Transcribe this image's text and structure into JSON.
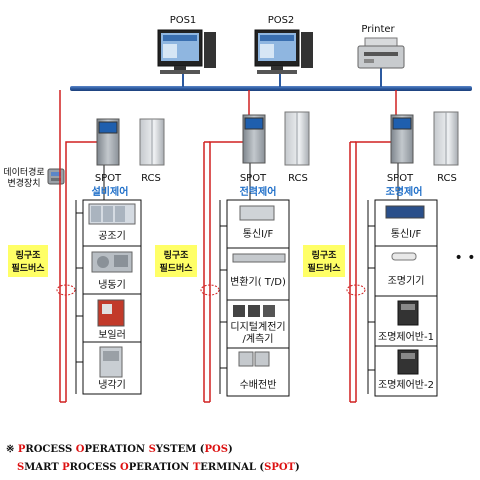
{
  "devices": {
    "pos1": "POS1",
    "pos2": "POS2",
    "printer": "Printer"
  },
  "converter_label": [
    "데이터경로",
    "변경장치"
  ],
  "groups": [
    {
      "spot": "SPOT",
      "rcs": "RCS",
      "category": "설비제어",
      "fieldbus": [
        "링구조",
        "필드버스"
      ],
      "items": [
        "공조기",
        "냉동기",
        "보일러",
        "냉각기"
      ]
    },
    {
      "spot": "SPOT",
      "rcs": "RCS",
      "category": "전력제어",
      "fieldbus": [
        "링구조",
        "필드버스"
      ],
      "items": [
        "통신I/F",
        "변환기( T/D)",
        [
          "디지털계전기",
          "/계측기"
        ],
        "수배전반"
      ]
    },
    {
      "spot": "SPOT",
      "rcs": "RCS",
      "category": "조명제어",
      "fieldbus": [
        "링구조",
        "필드버스"
      ],
      "items": [
        "통신I/F",
        "조명기기",
        "조명제어반-1",
        "조명제어반-2"
      ]
    }
  ],
  "more": "• •",
  "footnote": {
    "mark": "※",
    "line1": [
      {
        "c": "P",
        "r": true
      },
      {
        "c": "ROCESS ",
        "r": false
      },
      {
        "c": "O",
        "r": true
      },
      {
        "c": "PERATION ",
        "r": false
      },
      {
        "c": "S",
        "r": true
      },
      {
        "c": "YSTEM (",
        "r": false
      },
      {
        "c": "POS",
        "r": true
      },
      {
        "c": ")",
        "r": false
      }
    ],
    "line2": [
      {
        "c": "S",
        "r": true
      },
      {
        "c": "MART ",
        "r": false
      },
      {
        "c": "P",
        "r": true
      },
      {
        "c": "ROCESS ",
        "r": false
      },
      {
        "c": "O",
        "r": true
      },
      {
        "c": "PERATION ",
        "r": false
      },
      {
        "c": "T",
        "r": true
      },
      {
        "c": "ERMINAL (",
        "r": false
      },
      {
        "c": "SPOT",
        "r": true
      },
      {
        "c": ")",
        "r": false
      }
    ]
  },
  "colors": {
    "bus": "#2c5aa0",
    "ring": "#d12020",
    "category": "#1e6ec8",
    "fieldbus_bg": "#ffff66"
  }
}
